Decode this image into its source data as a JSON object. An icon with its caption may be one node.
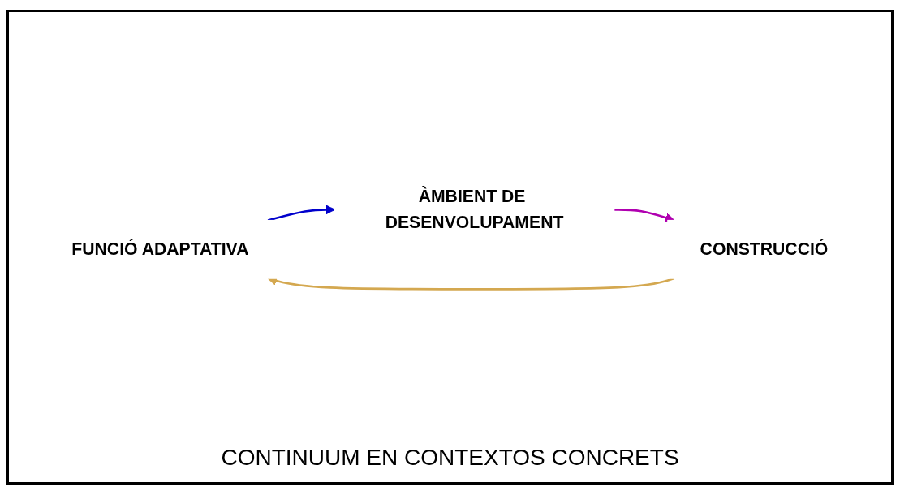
{
  "diagram": {
    "caption": "CONTINUUM EN CONTEXTOS CONCRETS",
    "nodes": [
      {
        "text": [
          "FUNCIÓ ADAPTATIVA"
        ]
      },
      {
        "text": [
          "CONSTRUCCIÓ"
        ]
      },
      {
        "text": [
          "ÀMBIENT DE DESENVOLUPAMENT"
        ]
      }
    ],
    "edges": [
      {
        "from": 1,
        "to": 0,
        "arrow": "to",
        "color": "#d4a850"
      },
      {
        "from": 0,
        "to": 2,
        "arrow": "to",
        "color": "#0000cc"
      },
      {
        "from": 2,
        "to": 1,
        "arrow": "to",
        "color": "#b000b0"
      }
    ]
  }
}
